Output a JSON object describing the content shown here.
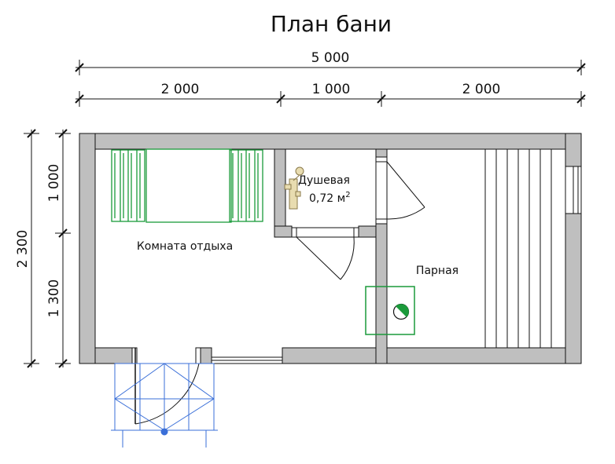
{
  "title": "План бани",
  "dimensions": {
    "total_width": "5 000",
    "seg_left": "2 000",
    "seg_mid": "1 000",
    "seg_right": "2 000",
    "total_height": "2 300",
    "upper_height": "1 000",
    "lower_height": "1 300"
  },
  "rooms": {
    "rest": "Комната отдыха",
    "shower_name": "Душевая",
    "shower_area": "0,72 м",
    "shower_area_sup": "2",
    "steam": "Парная"
  },
  "colors": {
    "wall": "#bfbfbf",
    "line": "#111111",
    "furniture": "#1a9a3a",
    "porch": "#3a6fd8",
    "fixture": "#b8a878"
  }
}
